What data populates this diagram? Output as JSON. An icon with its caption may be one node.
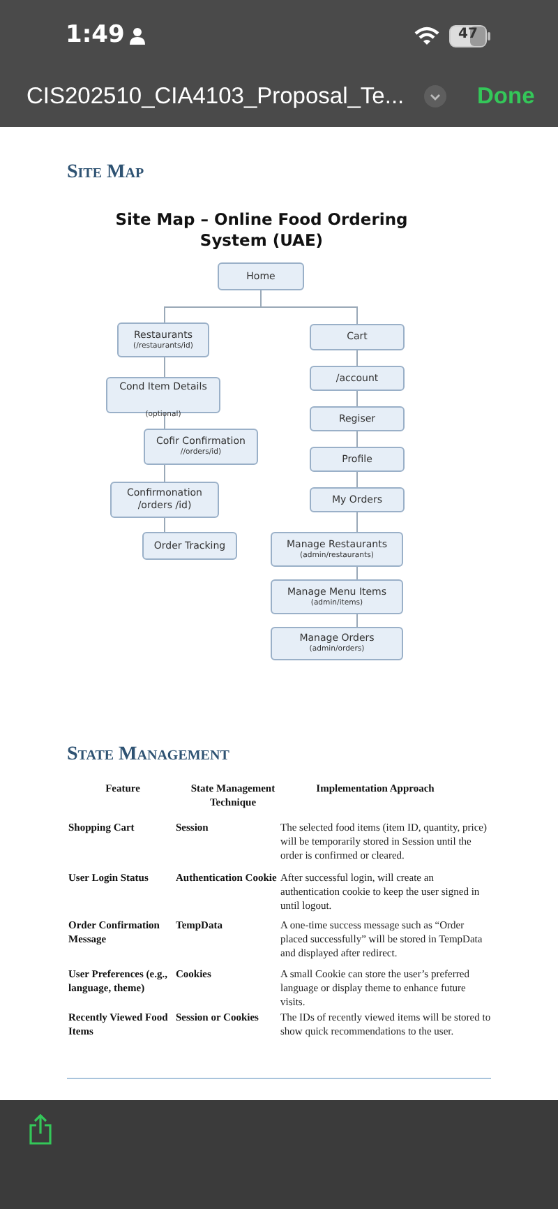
{
  "diagram": {
    "title": "Site Map – Online Food Ordering System (UAE)",
    "nodes": [
      {
        "text": [
          "Home"
        ]
      },
      {
        "text": [
          "Restaurants",
          "(/restaurants/id)"
        ]
      },
      {
        "text": [
          "Cond Item Details",
          "(optional)"
        ]
      },
      {
        "text": [
          "Cofir Confirmation",
          "//orders/id)"
        ]
      },
      {
        "text": [
          "Confirmonation /orders /id)"
        ]
      },
      {
        "text": [
          "Order Tracking"
        ]
      },
      {
        "text": [
          "Cart"
        ]
      },
      {
        "text": [
          "/account"
        ]
      },
      {
        "text": [
          "Regiser"
        ]
      },
      {
        "text": [
          "Profile"
        ]
      },
      {
        "text": [
          "My Orders"
        ]
      },
      {
        "text": [
          "Manage Restaurants",
          "(admin/restaurants)"
        ]
      },
      {
        "text": [
          "Manage Menu Items",
          "(admin/items)"
        ]
      },
      {
        "text": [
          "Manage Orders",
          "(admin/orders)"
        ]
      }
    ],
    "edges": [
      {
        "from": 0,
        "to": 1,
        "arrow": "none"
      },
      {
        "from": 0,
        "to": 6,
        "arrow": "none"
      },
      {
        "from": 1,
        "to": 2,
        "arrow": "none"
      },
      {
        "from": 2,
        "to": 3,
        "arrow": "none"
      },
      {
        "from": 3,
        "to": 4,
        "arrow": "none"
      },
      {
        "from": 4,
        "to": 5,
        "arrow": "none"
      },
      {
        "from": 6,
        "to": 7,
        "arrow": "none"
      },
      {
        "from": 7,
        "to": 8,
        "arrow": "none"
      },
      {
        "from": 8,
        "to": 9,
        "arrow": "none"
      },
      {
        "from": 9,
        "to": 10,
        "arrow": "none"
      },
      {
        "from": 10,
        "to": 11,
        "arrow": "none"
      },
      {
        "from": 11,
        "to": 12,
        "arrow": "none"
      },
      {
        "from": 12,
        "to": 13,
        "arrow": "none"
      }
    ],
    "labels": [
      "1:49",
      "47",
      "CIS202510_CIA4103_Proposal_Te...",
      "Done",
      "Site Map",
      "State Management",
      "Feature",
      "State Management Technique",
      "Implementation Approach",
      "Shopping Cart",
      "Session",
      "The selected food items (item ID, quantity, price) will be temporarily stored in Session until the order is confirmed or cleared.",
      "User Login Status",
      "Authentication Cookie",
      "After successful login, will create an authentication cookie to keep the user signed in until logout.",
      "Order Confirmation Message",
      "TempData",
      "A one-time success message such as “Order placed successfully” will be stored in TempData and displayed after redirect.",
      "User Preferences (e.g., language, theme)",
      "Cookies",
      "A small Cookie can store the user’s preferred language or display theme to enhance future visits.",
      "Recently Viewed Food Items",
      "Session or Cookies",
      "The IDs of recently viewed items will be stored to show quick recommendations to the user."
    ]
  }
}
